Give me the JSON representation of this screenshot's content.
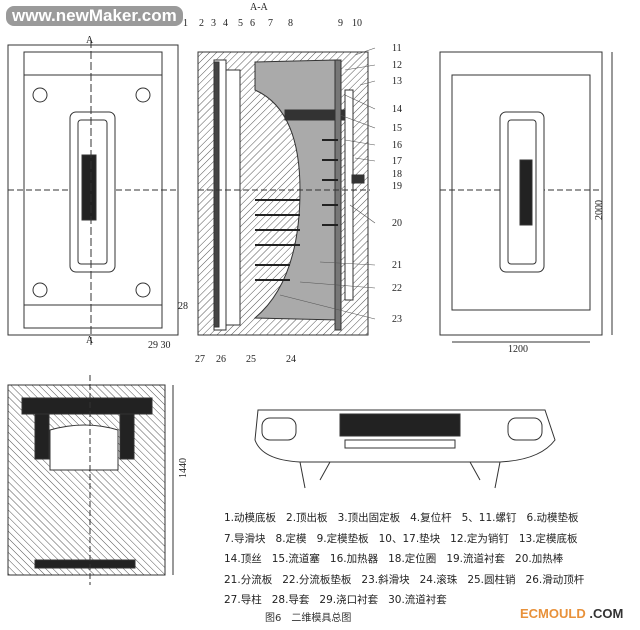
{
  "watermark": "www.newMaker.com",
  "section_title": "A-A",
  "section_marks": [
    "A",
    "A"
  ],
  "part_numbers": [
    "1",
    "2",
    "3",
    "4",
    "5",
    "6",
    "7",
    "8",
    "9",
    "10",
    "11",
    "12",
    "13",
    "14",
    "15",
    "16",
    "17",
    "18",
    "19",
    "20",
    "21",
    "22",
    "23",
    "24",
    "25",
    "26",
    "27",
    "28",
    "29 30"
  ],
  "dimensions": {
    "width": "1200",
    "height": "2000",
    "side_height": "1440"
  },
  "legend": [
    "1.动模底板",
    "2.顶出板",
    "3.顶出固定板",
    "4.复位杆",
    "5、11.螺钉",
    "6.动模垫板",
    "7.导滑块",
    "8.定模",
    "9.定模垫板",
    "10、17.垫块",
    "12.定为销钉",
    "13.定模底板",
    "14.顶丝",
    "15.流道塞",
    "16.加热器",
    "18.定位圈",
    "19.流道衬套",
    "20.加热棒",
    "21.分流板",
    "22.分流板垫板",
    "23.斜滑块",
    "24.滚珠",
    "25.圆柱销",
    "26.滑动顶杆",
    "27.导柱",
    "28.导套",
    "29.浇口衬套",
    "30.流道衬套"
  ],
  "caption": "图6　二维模具总图",
  "brand": {
    "main": "ECMOULD",
    "suffix": " .COM",
    "color": "#e8913a"
  }
}
